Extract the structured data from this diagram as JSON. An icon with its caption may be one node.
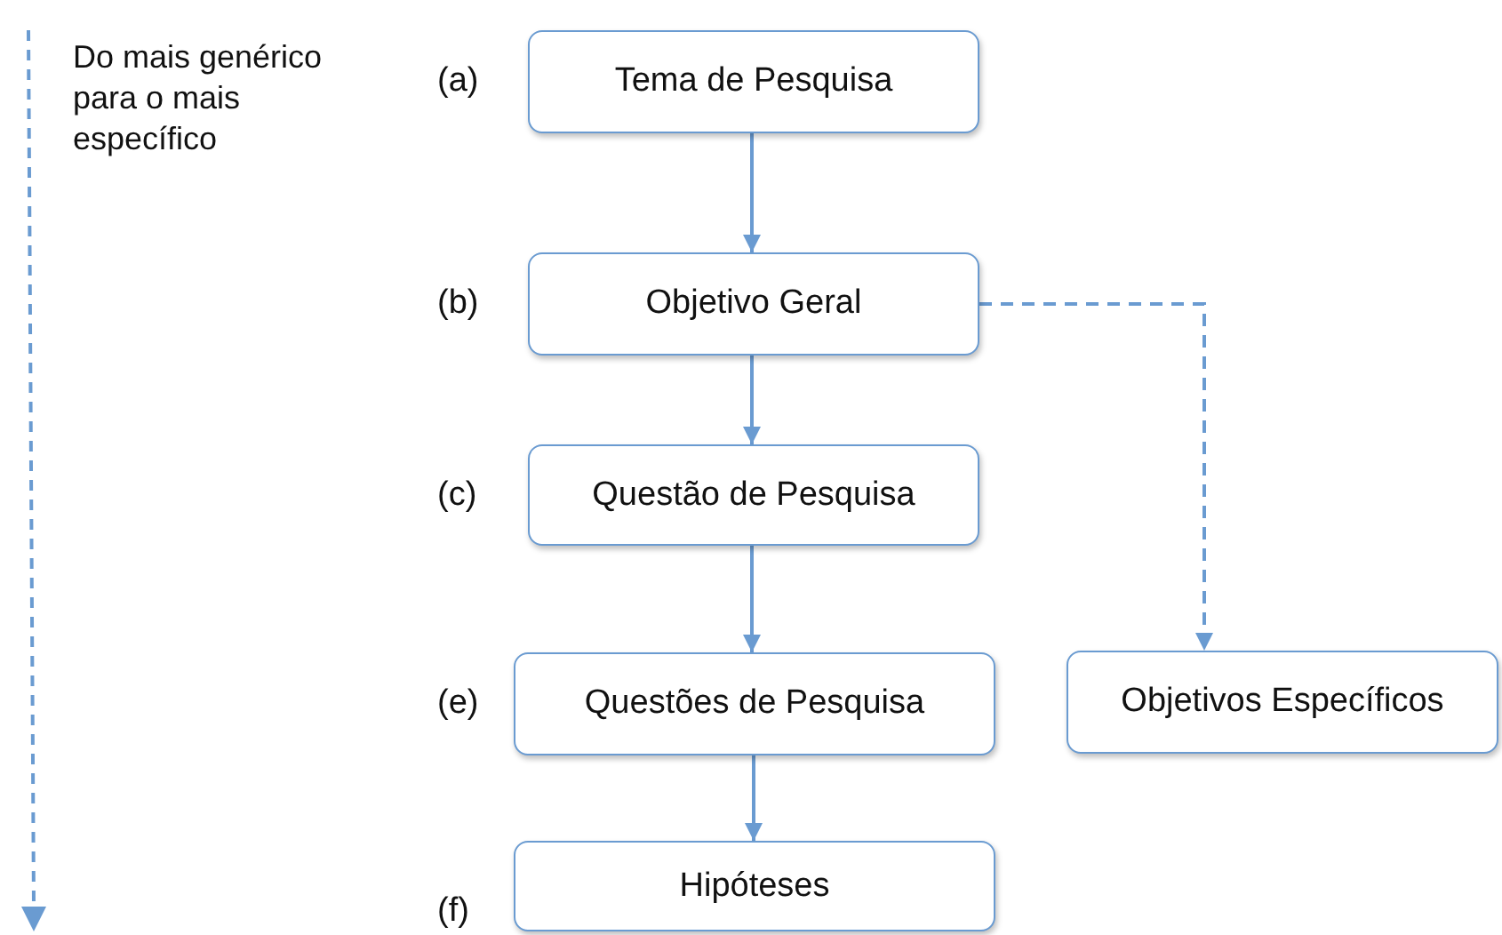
{
  "diagram": {
    "nodes": [
      {
        "text": [
          "Tema de Pesquisa"
        ],
        "beside": [
          "(a)"
        ]
      },
      {
        "text": [
          "Objetivo Geral"
        ],
        "beside": [
          "(b)"
        ]
      },
      {
        "text": [
          "Questão de Pesquisa"
        ],
        "beside": [
          "(c)"
        ]
      },
      {
        "text": [
          "Questões de Pesquisa"
        ],
        "beside": [
          "(e)"
        ]
      },
      {
        "text": [
          "Hipóteses"
        ],
        "beside": [
          "(f)"
        ]
      },
      {
        "text": [
          "Objetivos Específicos"
        ]
      }
    ],
    "edges": [
      {
        "from": 0,
        "to": 1,
        "arrow": "to"
      },
      {
        "from": 1,
        "to": 2,
        "arrow": "to"
      },
      {
        "from": 2,
        "to": 3,
        "arrow": "to"
      },
      {
        "from": 3,
        "to": 4,
        "arrow": "to"
      },
      {
        "from": 1,
        "to": 5,
        "arrow": "to",
        "style": "dashed"
      }
    ],
    "labels": [
      "Do mais genérico para o mais específico"
    ]
  }
}
